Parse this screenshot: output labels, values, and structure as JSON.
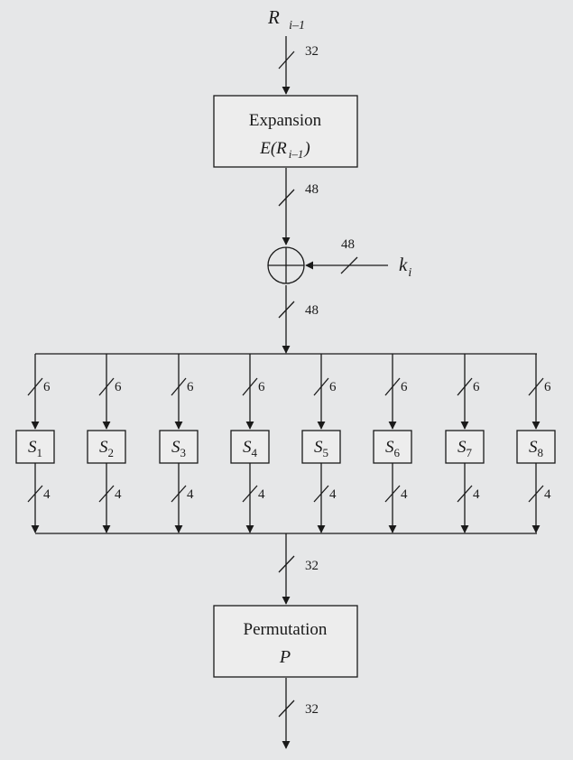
{
  "input": {
    "symbol": "R",
    "subscript": "i–1"
  },
  "expansion": {
    "title": "Expansion",
    "func": "E(R",
    "sub": "i–1",
    "close": ")"
  },
  "key": {
    "symbol": "k",
    "subscript": "i"
  },
  "widths": {
    "input": "32",
    "expanded": "48",
    "key": "48",
    "xor_out": "48",
    "sbox_in": "6",
    "sbox_out": "4",
    "merged": "32",
    "output": "32"
  },
  "sboxes": [
    {
      "symbol": "S",
      "index": "1"
    },
    {
      "symbol": "S",
      "index": "2"
    },
    {
      "symbol": "S",
      "index": "3"
    },
    {
      "symbol": "S",
      "index": "4"
    },
    {
      "symbol": "S",
      "index": "5"
    },
    {
      "symbol": "S",
      "index": "6"
    },
    {
      "symbol": "S",
      "index": "7"
    },
    {
      "symbol": "S",
      "index": "8"
    }
  ],
  "permutation": {
    "title": "Permutation",
    "symbol": "P"
  },
  "colors": {
    "background": "#e6e7e8",
    "stroke": "#1a1a1a",
    "box_fill": "#ededed"
  }
}
